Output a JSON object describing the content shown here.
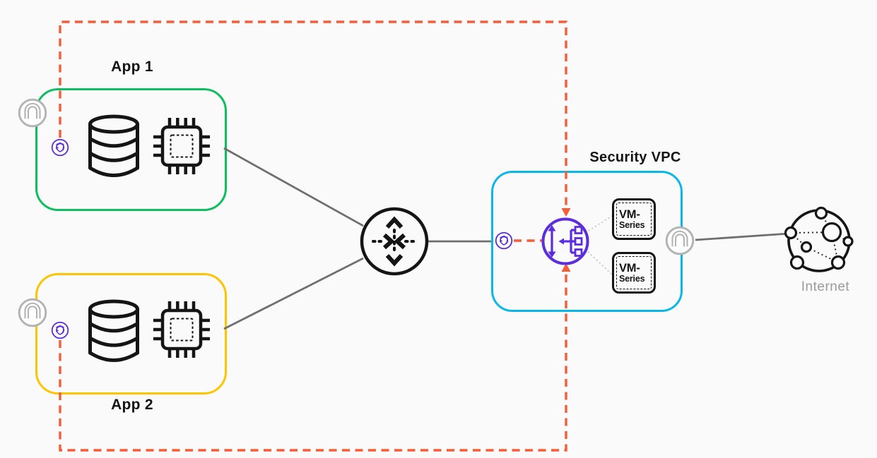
{
  "colors": {
    "green": "#0bbf5e",
    "yellow": "#fdc500",
    "cyan": "#09b7e8",
    "red": "#f95b36",
    "purple": "#5c2de0",
    "grayline": "#6f6f6f",
    "grayicon": "#b3b3b3",
    "graytext": "#9b9b9b"
  },
  "app1": {
    "label": "App 1"
  },
  "app2": {
    "label": "App 2"
  },
  "security_vpc": {
    "label": "Security VPC",
    "vm_series": [
      {
        "line1": "VM-",
        "line2": "Series"
      },
      {
        "line1": "VM-",
        "line2": "Series"
      }
    ]
  },
  "internet": {
    "label": "Internet"
  },
  "icons": {
    "database": "database-icon",
    "cpu": "cpu-chip-icon",
    "gwlb_endpoint": "gwlb-endpoint-icon",
    "gateway": "internet-gateway-icon",
    "transit_gateway": "transit-gateway-icon",
    "gwlb": "gateway-load-balancer-icon",
    "internet_globe": "internet-globe-icon"
  }
}
